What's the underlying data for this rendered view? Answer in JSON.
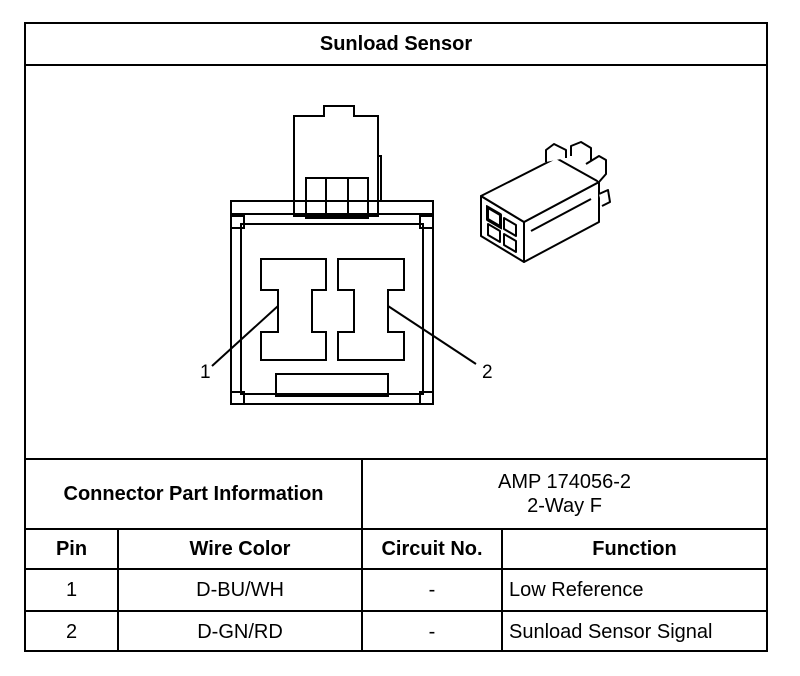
{
  "title": "Sunload Sensor",
  "connector": {
    "part_info_label": "Connector Part Information",
    "part_number": "AMP 174056-2",
    "description": "2-Way F"
  },
  "callouts": [
    "1",
    "2"
  ],
  "table": {
    "headers": {
      "pin": "Pin",
      "wire_color": "Wire Color",
      "circuit_no": "Circuit No.",
      "function": "Function"
    },
    "rows": [
      {
        "pin": "1",
        "wire_color": "D-BU/WH",
        "circuit_no": "-",
        "function": "Low Reference"
      },
      {
        "pin": "2",
        "wire_color": "D-GN/RD",
        "circuit_no": "-",
        "function": "Sunload Sensor Signal"
      }
    ]
  }
}
